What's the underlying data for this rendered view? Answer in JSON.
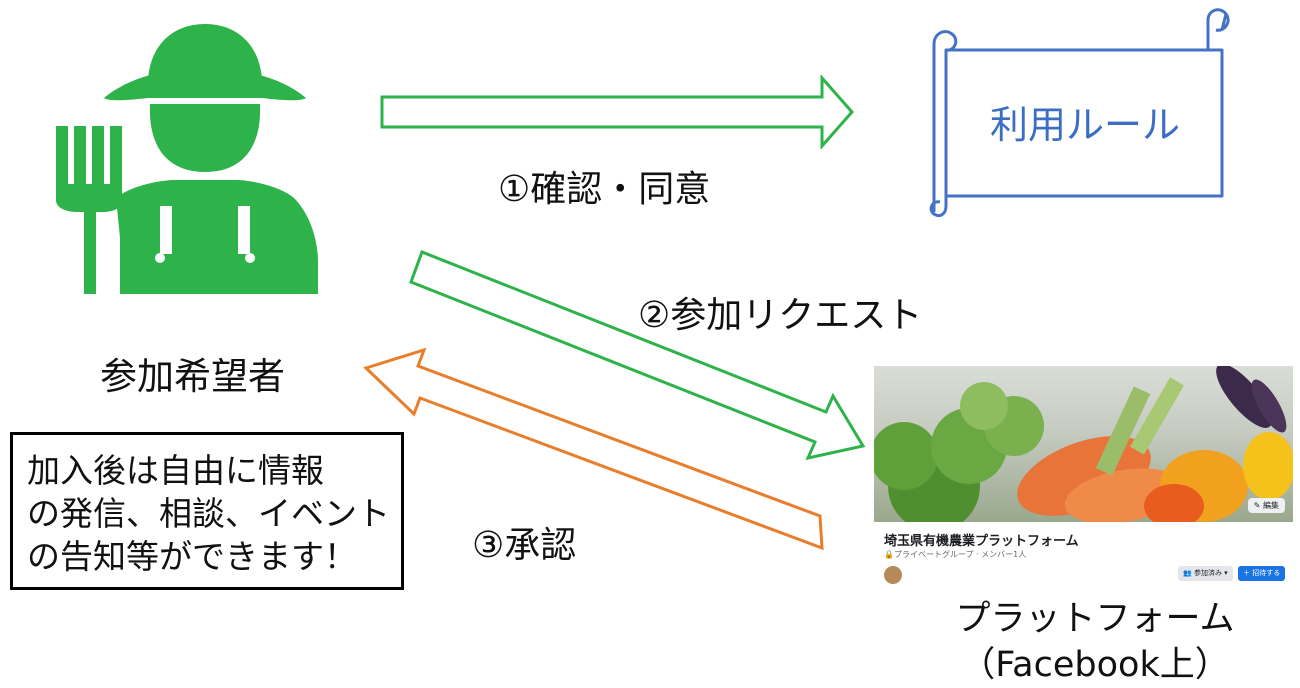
{
  "participant": {
    "label": "参加希望者"
  },
  "steps": {
    "step1": "①確認・同意",
    "step2": "②参加リクエスト",
    "step3": "③承認"
  },
  "rules": {
    "label": "利用ルール"
  },
  "note": {
    "lines": [
      "加入後は自由に情報",
      "の発信、相談、イベント",
      "の告知等ができます！"
    ]
  },
  "platform": {
    "caption_lines": [
      "プラットフォーム",
      "（Facebook上）"
    ],
    "group_name": "埼玉県有機農業プラットフォーム",
    "group_meta": "🔒プライベートグループ · メンバー1人",
    "edit_label": "✎ 編集",
    "joined_label": "👥 参加済み ▾",
    "invite_label": "＋ 招待する"
  },
  "colors": {
    "green": "#2db34a",
    "green_arrow": "#1fa64a",
    "orange": "#e87d2c",
    "blue_scroll": "#4472c4"
  },
  "icons": [
    "farmer-icon",
    "pitchfork-icon",
    "scroll-icon",
    "vegetables-image"
  ]
}
